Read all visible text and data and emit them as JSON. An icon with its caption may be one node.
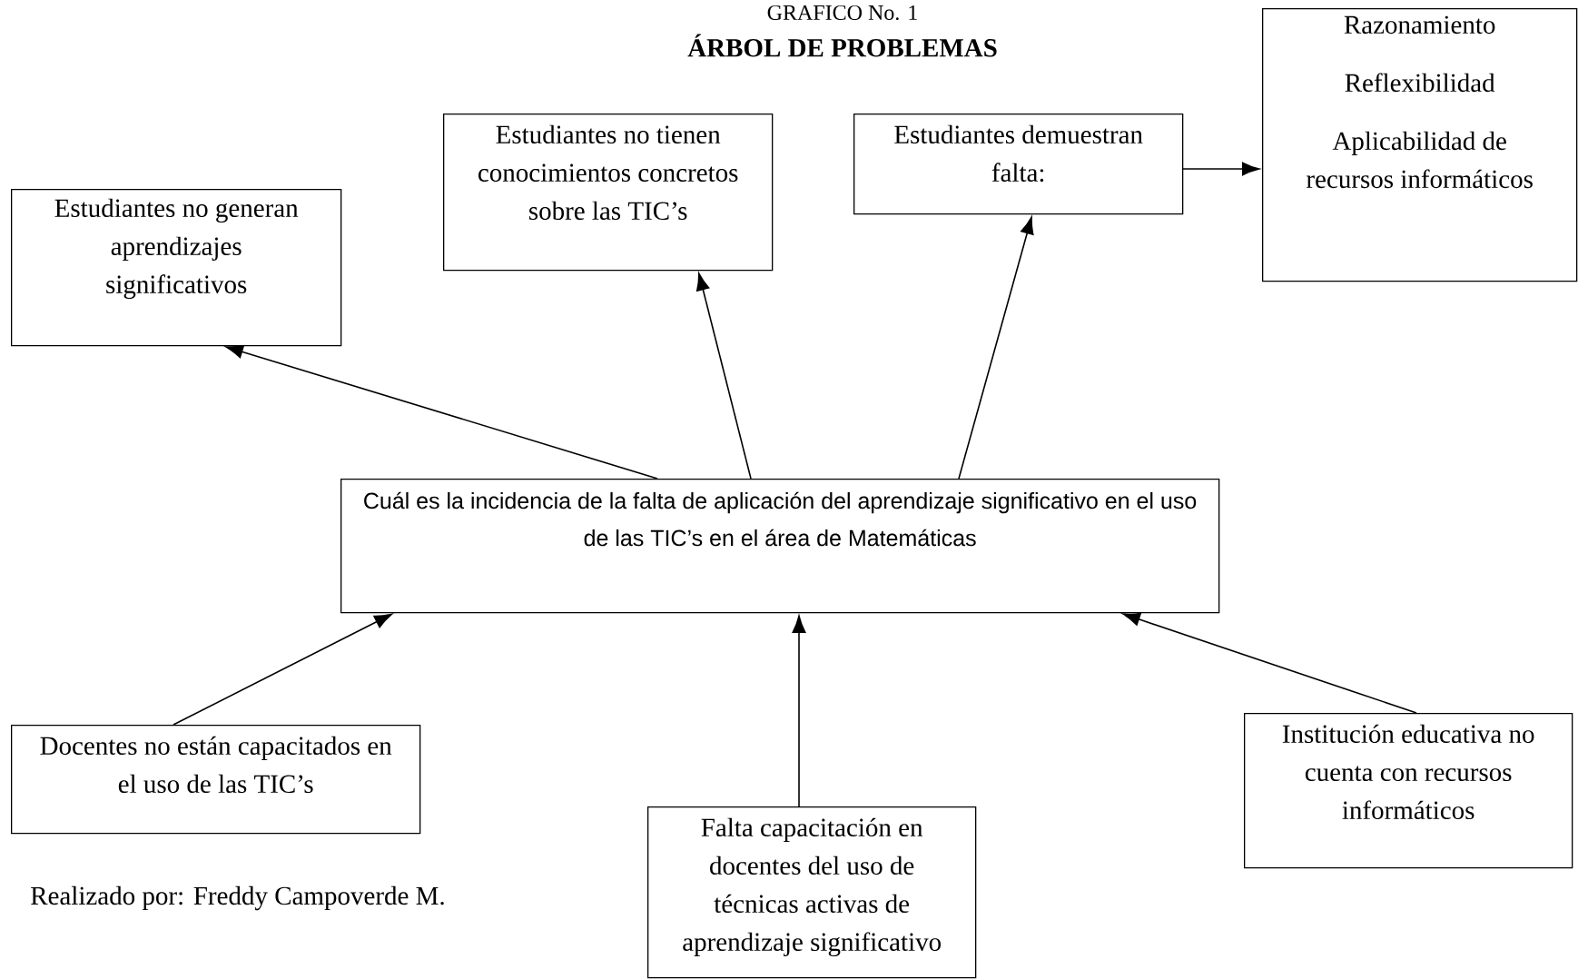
{
  "diagram": {
    "title": "ÁRBOL DE PROBLEMAS",
    "nodes": [
      {
        "text": [
          "Estudiantes no generan aprendizajes significativos"
        ]
      },
      {
        "text": [
          "Estudiantes no tienen conocimientos concretos sobre las TIC’s"
        ]
      },
      {
        "text": [
          "Estudiantes demuestran falta:"
        ]
      },
      {
        "text": [
          "Razonamiento",
          "Reflexibilidad",
          "Aplicabilidad de recursos informáticos"
        ]
      },
      {
        "text": [
          "Cuál es la incidencia de la falta de aplicación del aprendizaje significativo en el uso de las TIC’s en el área de Matemáticas"
        ]
      },
      {
        "text": [
          "Docentes no están capacitados en el uso de las TIC’s"
        ]
      },
      {
        "text": [
          "Falta capacitación en docentes del uso de técnicas activas de aprendizaje significativo"
        ]
      },
      {
        "text": [
          "Institución educativa no cuenta con recursos informáticos"
        ]
      }
    ],
    "edges": [
      {
        "from": 4,
        "to": 0,
        "arrow": "to"
      },
      {
        "from": 4,
        "to": 1,
        "arrow": "to"
      },
      {
        "from": 4,
        "to": 2,
        "arrow": "to"
      },
      {
        "from": 2,
        "to": 3,
        "arrow": "to"
      },
      {
        "from": 5,
        "to": 4,
        "arrow": "to"
      },
      {
        "from": 6,
        "to": 4,
        "arrow": "to"
      },
      {
        "from": 7,
        "to": 4,
        "arrow": "to"
      }
    ],
    "labels": [
      "GRAFICO No. 1",
      "Realizado por: Freddy Campoverde M."
    ]
  }
}
